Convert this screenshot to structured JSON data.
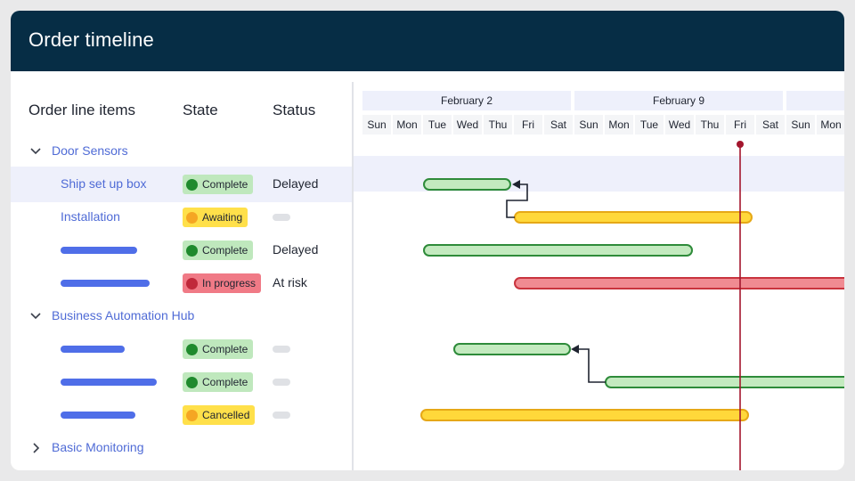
{
  "title": "Order timeline",
  "columns": {
    "items": "Order line items",
    "state": "State",
    "status": "Status"
  },
  "groups": [
    {
      "name": "Door Sensors",
      "expanded": true,
      "items": [
        {
          "label": "Ship set up box",
          "state": "Complete",
          "status": "Delayed",
          "highlighted": true
        },
        {
          "label": "Installation",
          "state": "Awaiting",
          "status": ""
        },
        {
          "label": "",
          "state": "Complete",
          "status": "Delayed"
        },
        {
          "label": "",
          "state": "In progress",
          "status": "At risk"
        }
      ]
    },
    {
      "name": "Business Automation Hub",
      "expanded": true,
      "items": [
        {
          "label": "",
          "state": "Complete",
          "status": ""
        },
        {
          "label": "",
          "state": "Complete",
          "status": ""
        },
        {
          "label": "",
          "state": "Cancelled",
          "status": ""
        }
      ]
    },
    {
      "name": "Basic Monitoring",
      "expanded": false,
      "items": []
    }
  ],
  "timeline": {
    "weeks": [
      "February 2",
      "February 9",
      ""
    ],
    "days": [
      "Sun",
      "Mon",
      "Tue",
      "Wed",
      "Thu",
      "Fri",
      "Sat",
      "Sun",
      "Mon",
      "Tue",
      "Wed",
      "Thu",
      "Fri",
      "Sat",
      "Sun",
      "Mon"
    ],
    "today_index": 12
  },
  "state_colors": {
    "Complete": {
      "bg": "#bfe8bd",
      "dot": "#1f8a2d"
    },
    "Awaiting": {
      "bg": "#ffe04a",
      "dot": "#f5a623"
    },
    "In progress": {
      "bg": "#f07a86",
      "dot": "#c0283a"
    },
    "Cancelled": {
      "bg": "#ffe04a",
      "dot": "#f5a623"
    }
  }
}
